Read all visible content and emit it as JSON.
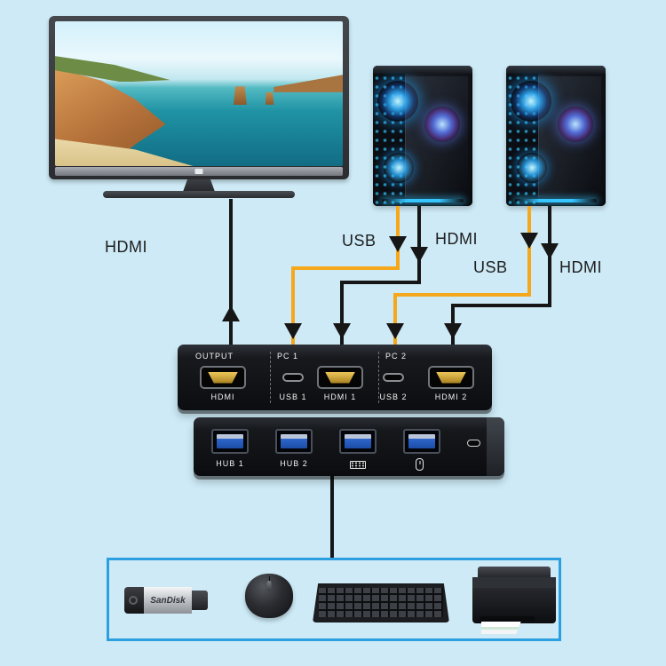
{
  "colors": {
    "background": "#cdeaf6",
    "usb_cable": "#f5a81c",
    "hdmi_cable": "#161616",
    "peripherals_border": "#2b9fe0",
    "usb_port_blue": "#2e66cc",
    "hdmi_port_gold": "#d3a73c"
  },
  "cable_labels": {
    "monitor": "HDMI",
    "pc1_usb": "USB",
    "pc1_hdmi": "HDMI",
    "pc2_usb": "USB",
    "pc2_hdmi": "HDMI"
  },
  "kvm": {
    "output_label": "OUTPUT",
    "output_port_label": "HDMI",
    "pc1_label": "PC 1",
    "usb1_label": "USB 1",
    "hdmi1_label": "HDMI 1",
    "pc2_label": "PC 2",
    "usb2_label": "USB 2",
    "hdmi2_label": "HDMI 2"
  },
  "hub": {
    "hub1_label": "HUB 1",
    "hub2_label": "HUB 2",
    "port3_icon": "keyboard-icon",
    "port4_icon": "mouse-icon"
  },
  "peripherals": {
    "flash_brand": "SanDisk"
  }
}
